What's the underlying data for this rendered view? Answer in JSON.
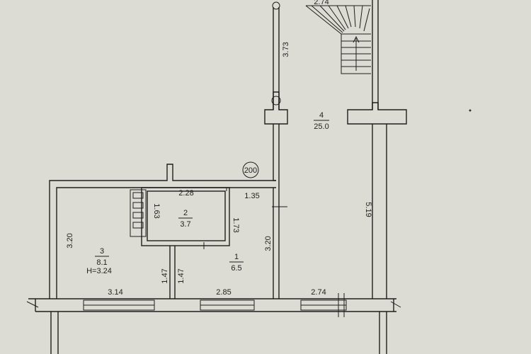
{
  "rooms": [
    {
      "number": "1",
      "area": "6.5"
    },
    {
      "number": "2",
      "area": "3.7"
    },
    {
      "number": "3",
      "area": "8.1",
      "height": "H=3.24"
    },
    {
      "number": "4",
      "area": "25.0"
    }
  ],
  "dimensions": {
    "d_3_73": "3.73",
    "d_2_74_top": "2.74",
    "d_2_28": "2.28",
    "d_1_35": "1.35",
    "d_1_63": "1.63",
    "d_1_73": "1.73",
    "d_3_20_left": "3.20",
    "d_3_20_mid": "3.20",
    "d_5_19": "5.19",
    "d_1_47_a": "1.47",
    "d_1_47_b": "1.47",
    "d_3_14": "3.14",
    "d_2_85": "2.85",
    "d_2_74_bottom": "2.74"
  },
  "marker": {
    "label": "200"
  }
}
